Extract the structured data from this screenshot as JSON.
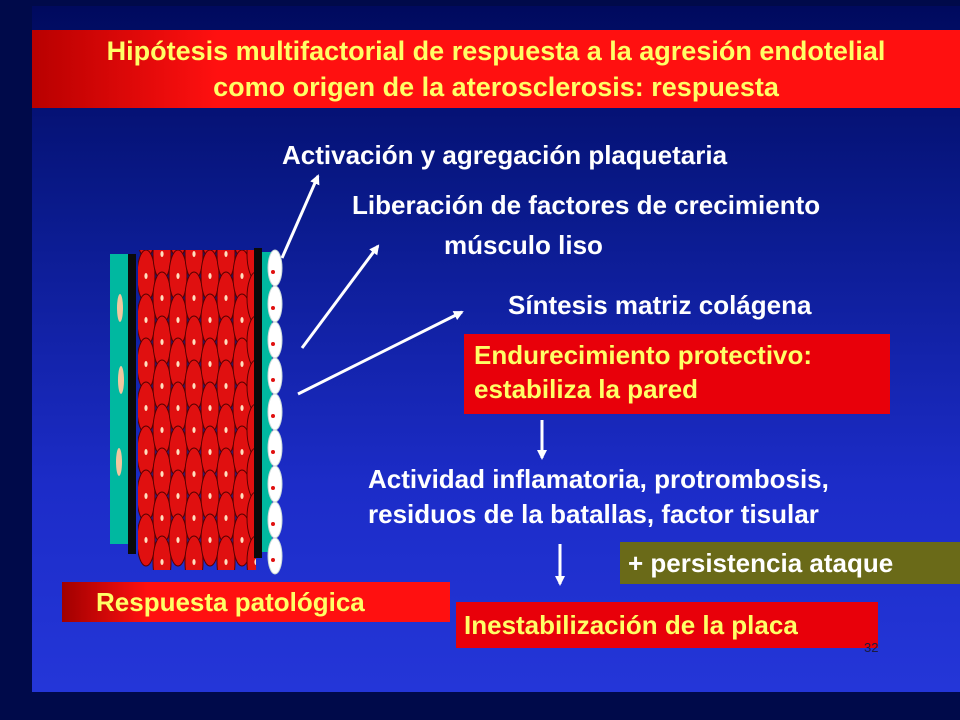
{
  "title": {
    "line1": "Hipótesis multifactorial de respuesta a la agresión endotelial",
    "line2": "como origen de la aterosclerosis: respuesta"
  },
  "labels": {
    "activacion": "Activación y agregación plaquetaria",
    "liberacion_1": "Liberación de factores de crecimiento",
    "liberacion_2": "músculo liso",
    "sintesis": "Síntesis matriz colágena",
    "endurecimiento_1": "Endurecimiento protectivo:",
    "endurecimiento_2": "estabiliza la pared",
    "actividad_1": "Actividad inflamatoria, protrombosis,",
    "actividad_2": "residuos de la batallas, factor tisular",
    "persistencia": "+ persistencia ataque",
    "patologica": "Respuesta patológica",
    "inestabilizacion": "Inestabilización de la placa"
  },
  "slide_number": "32",
  "colors": {
    "title_text": "#ffff66",
    "red_box": "#e8000a",
    "olive_box": "#6a6a18",
    "body_text": "#ffffff",
    "vessel_cells": "#e01010",
    "intima_layer": "#00b8a0"
  }
}
